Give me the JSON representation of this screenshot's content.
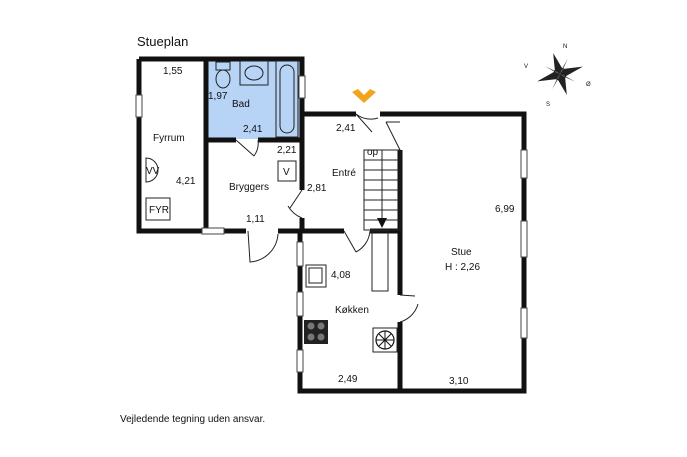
{
  "title": "Stueplan",
  "disclaimer": "Vejledende tegning uden ansvar.",
  "colors": {
    "bathroom": "#b7d3f5",
    "entrance_marker": "#f2a51c",
    "walls": "#111111"
  },
  "compass": {
    "n": "N",
    "s": "S",
    "v": "V",
    "o": "Ø"
  },
  "rooms": {
    "fyrrum": {
      "name": "Fyrrum",
      "dim_top": "1,55",
      "dim_side": "4,21"
    },
    "bad": {
      "name": "Bad",
      "dim_side": "1,97",
      "dim_bottom": "2,41"
    },
    "bryggers": {
      "name": "Bryggers",
      "dim_top": "2,21",
      "dim_bottom": "1,11"
    },
    "entre": {
      "name": "Entré",
      "dim_top": "2,41",
      "dim_side": "2,81"
    },
    "stue": {
      "name": "Stue",
      "height": "H : 2,26",
      "dim_side": "6,99",
      "dim_bottom": "3,10"
    },
    "koekken": {
      "name": "Køkken",
      "dim_side": "4,08",
      "dim_bottom": "2,49"
    }
  },
  "symbols": {
    "vv": "VV",
    "fyr": "FYR",
    "v": "V",
    "op": "op"
  }
}
